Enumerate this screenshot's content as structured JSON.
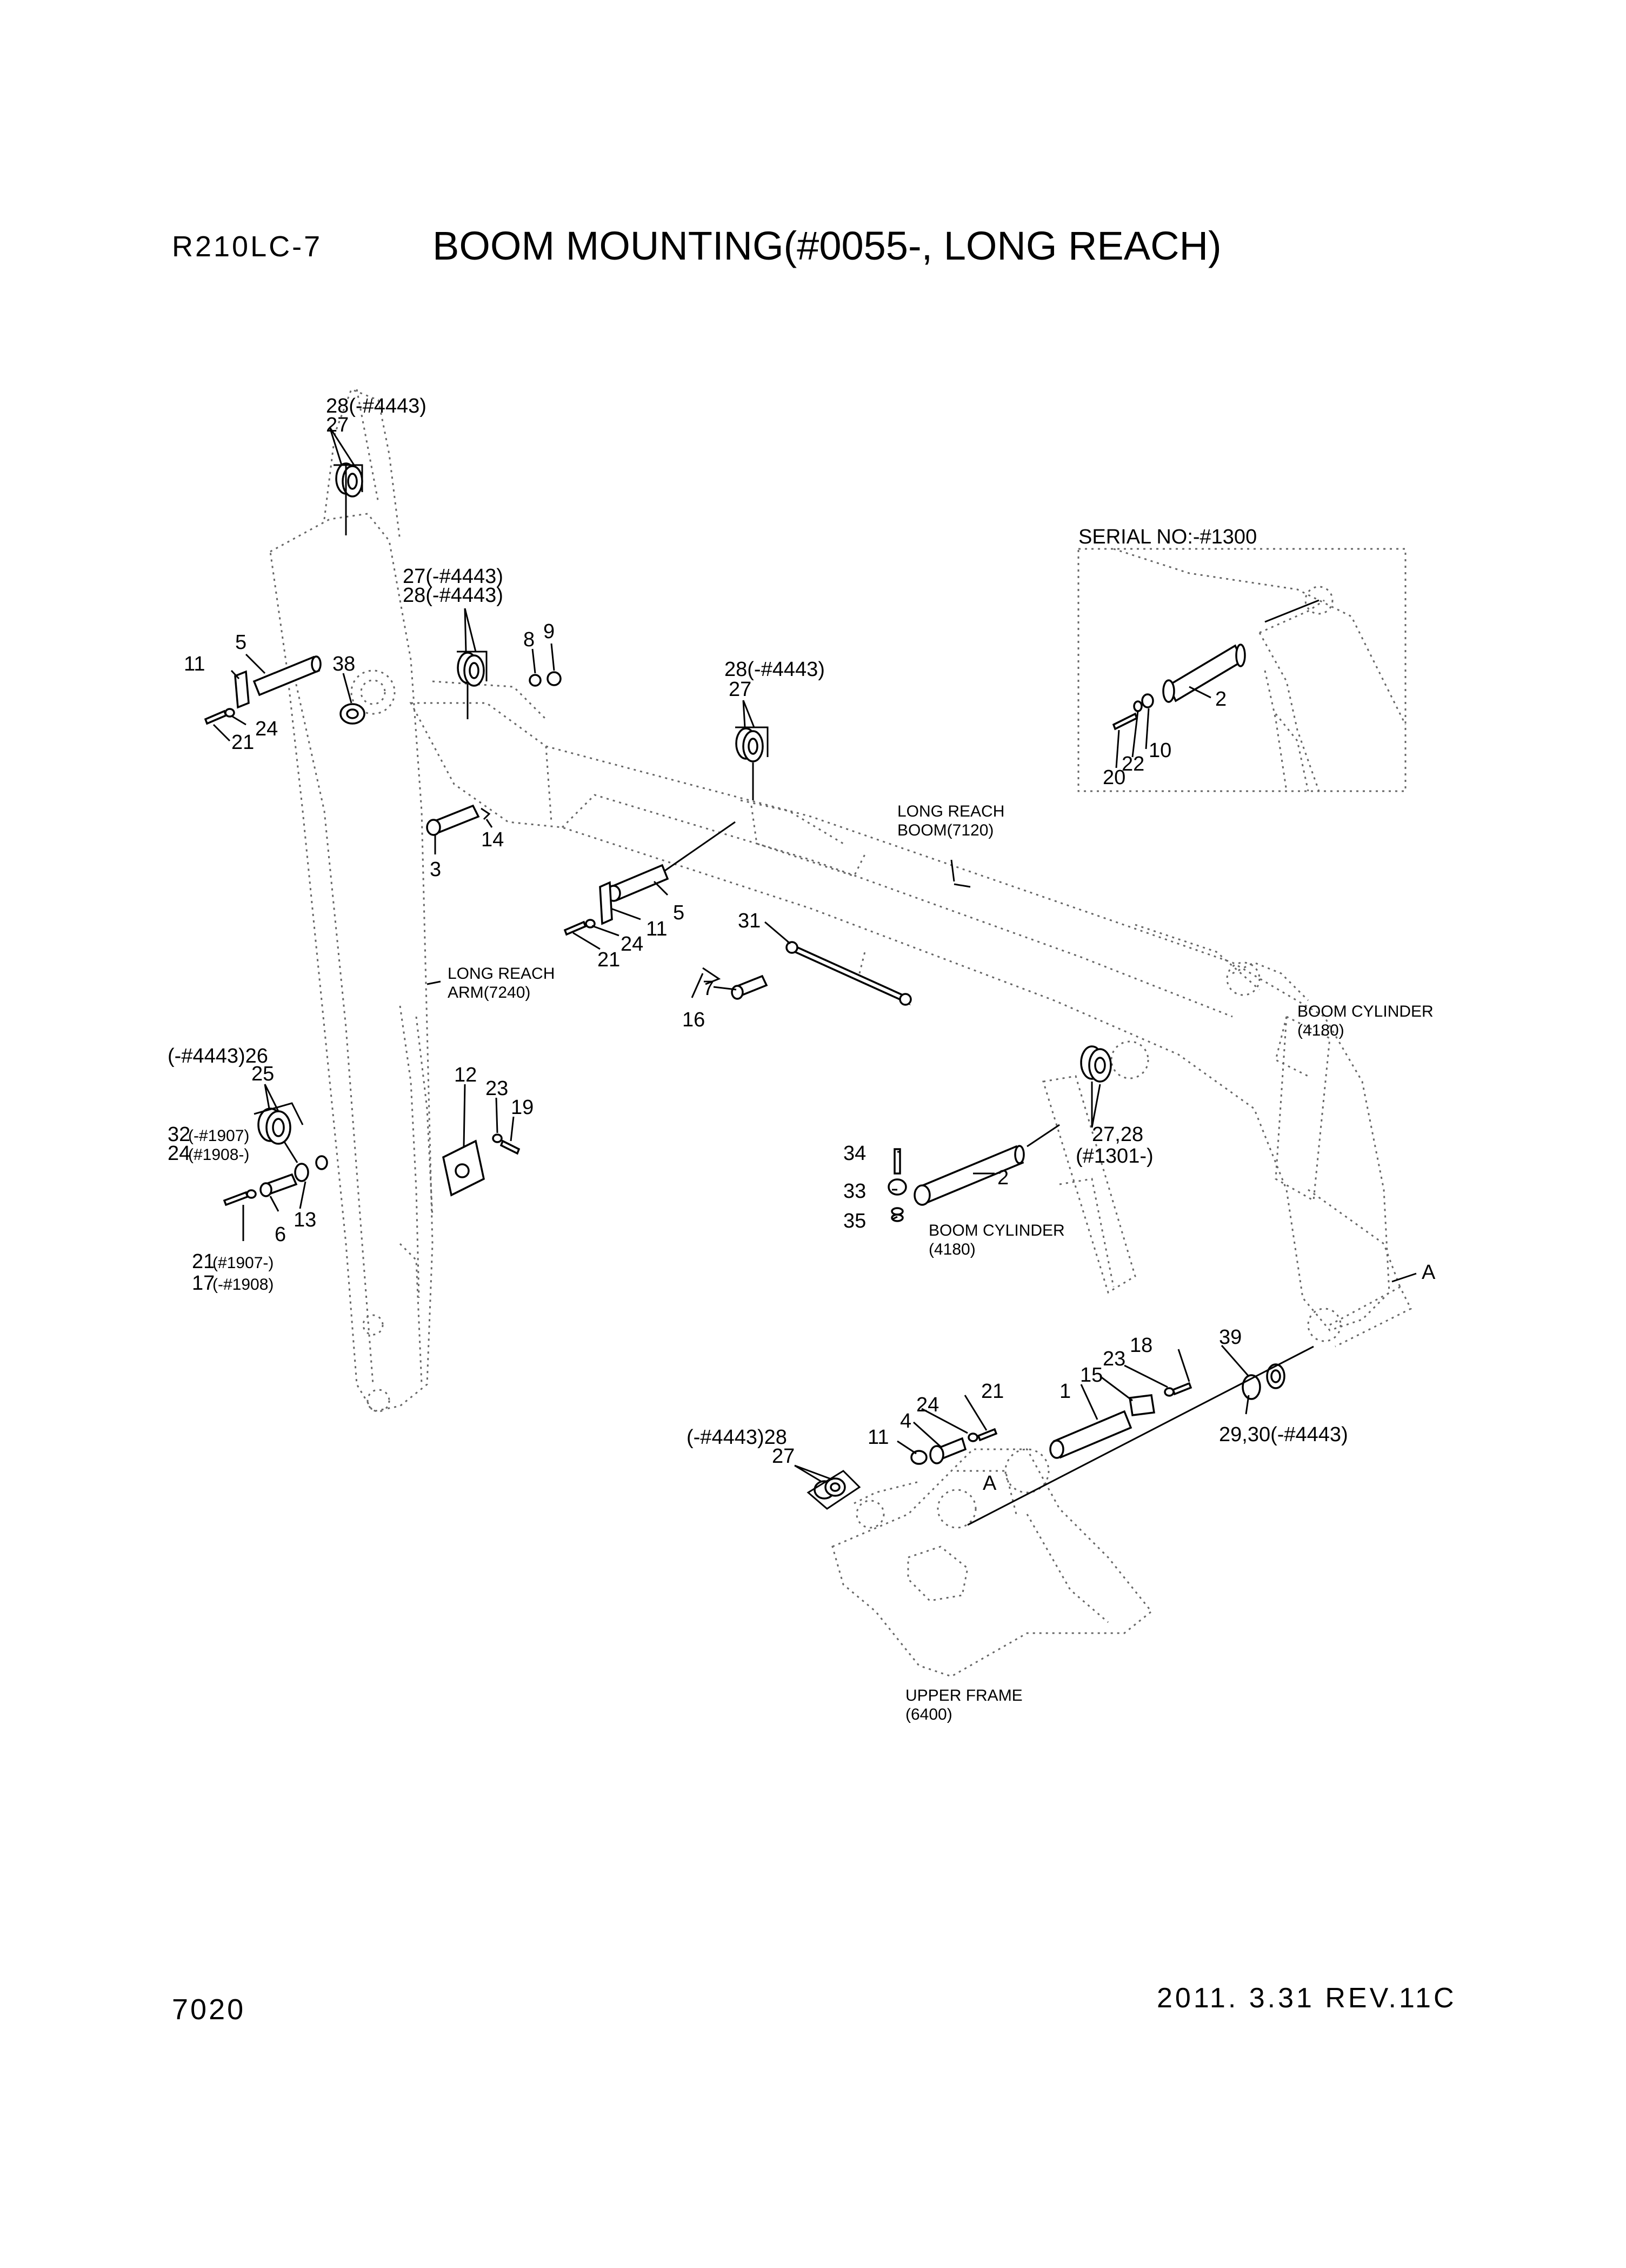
{
  "header": {
    "model": "R210LC-7",
    "title": "BOOM MOUNTING(#0055-, LONG REACH)"
  },
  "footer": {
    "page_number": "7020",
    "revision": "2011. 3.31 REV.11C"
  },
  "references": {
    "serial": "SERIAL NO:-#1300",
    "boom": [
      "LONG REACH",
      "BOOM(7120)"
    ],
    "arm": [
      "LONG REACH",
      "ARM(7240)"
    ],
    "cyl_right": [
      "BOOM CYLINDER",
      "(4180)"
    ],
    "cyl_mid": [
      "BOOM CYLINDER",
      "(4180)"
    ],
    "frame": [
      "UPPER FRAME",
      "(6400)"
    ]
  },
  "callouts": {
    "c_28_top": "28(-#4443)",
    "c_27_top": "27",
    "c_27_b": "27(-#4443)",
    "c_28_b": "28(-#4443)",
    "c_8": "8",
    "c_9": "9",
    "c_28_c": "28(-#4443)",
    "c_27_c": "27",
    "c_5_a": "5",
    "c_11_a": "11",
    "c_38": "38",
    "c_24_a": "24",
    "c_21_a": "21",
    "c_3": "3",
    "c_14": "14",
    "c_5_b": "5",
    "c_11_b": "11",
    "c_24_b": "24",
    "c_21_b": "21",
    "c_31": "31",
    "c_7": "7",
    "c_16": "16",
    "c_26": "(-#4443)26",
    "c_25": "25",
    "c_32": "32",
    "c_32s": "(-#1907)",
    "c_24c": "24",
    "c_24cs": "(#1908-)",
    "c_6": "6",
    "c_13": "13",
    "c_21c": "21",
    "c_21cs": "(#1907-)",
    "c_17c": "17",
    "c_17cs": "(-#1908)",
    "c_12": "12",
    "c_23_a": "23",
    "c_19": "19",
    "c_2_ser": "2",
    "c_20": "20",
    "c_22": "22",
    "c_10": "10",
    "c_34": "34",
    "c_33": "33",
    "c_35": "35",
    "c_2_mid": "2",
    "c_2728": "27,28",
    "c_1301": "(#1301-)",
    "c_A1": "A",
    "c_A2": "A",
    "c_39": "39",
    "c_18": "18",
    "c_23_b": "23",
    "c_15": "15",
    "c_1": "1",
    "c_2930": "29,30(-#4443)",
    "c_21_d": "21",
    "c_24_d": "24",
    "c_4": "4",
    "c_11_d": "11",
    "c_28_d": "(-#4443)28",
    "c_27_d": "27"
  }
}
